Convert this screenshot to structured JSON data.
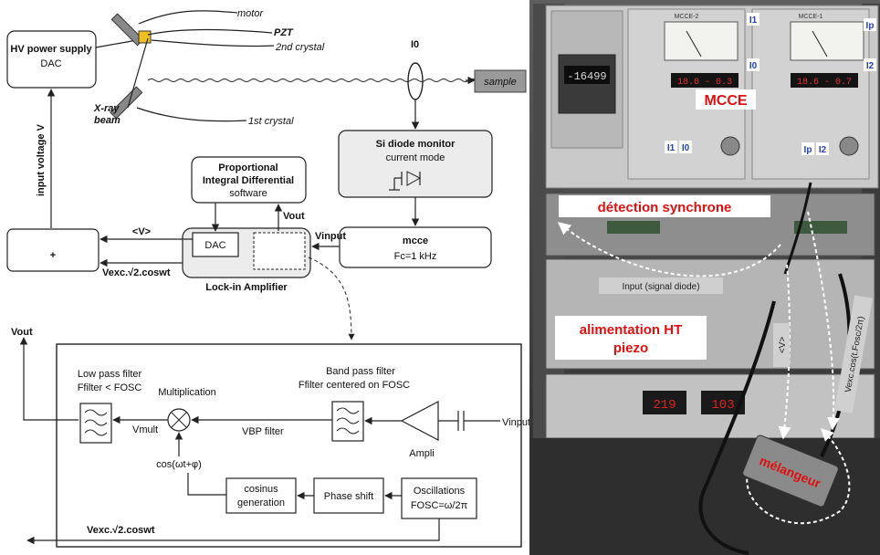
{
  "diagram": {
    "hv_power_supply": "HV power supply",
    "dac_small": "DAC",
    "motor": "motor",
    "pzt": "PZT",
    "second_crystal": "2nd crystal",
    "first_crystal": "1st crystal",
    "xray_beam_1": "X-ray",
    "xray_beam_2": "beam",
    "i0": "I0",
    "sample": "sample",
    "si_diode_title": "Si diode monitor",
    "si_diode_sub": "current mode",
    "pid_line1": "Proportional",
    "pid_line2": "Integral Differential",
    "pid_line3": "software",
    "input_voltage": "input voltage V",
    "plus": "+",
    "v_avg": "<V>",
    "v_out_top": "Vout",
    "v_input_top": "Vinput",
    "lockin_dac": "DAC",
    "lockin_label": "Lock-in Amplifier",
    "mcce": "mcce",
    "mcce_freq": "Fc=1 kHz",
    "vexc_top": "Vexc.√2.coswt",
    "v_out_bottom": "Vout",
    "lowpass_1": "Low pass filter",
    "lowpass_2": "Ffilter < FOSC",
    "multiplication": "Multiplication",
    "bandpass_1": "Band pass filter",
    "bandpass_2": "Ffilter centered on FOSC",
    "v_input_bottom": "Vinput",
    "v_mult": "Vmult",
    "v_bp_filter": "VBP filter",
    "ampli": "Ampli",
    "cos_phase": "cos(ωt+φ)",
    "cosinus_1": "cosinus",
    "cosinus_2": "generation",
    "phase_shift": "Phase shift",
    "oscillations_1": "Oscillations",
    "oscillations_2": "FOSC=ω/2π",
    "vexc_bottom": "Vexc.√2.coswt"
  },
  "photo": {
    "mcce_left": "MCCE-2",
    "mcce_right": "MCCE-1",
    "i1": "I1",
    "i0": "I0",
    "ip": "Ip",
    "i2": "I2",
    "display_value": "-16499",
    "readout_left": "18.0 - 0.3",
    "readout_right": "18.6 - 0.7",
    "mcce_label": "MCCE",
    "detection": "détection synchrone",
    "input_signal": "Input (signal diode)",
    "alim_1": "alimentation HT",
    "alim_2": "piezo",
    "v_label": "<V>",
    "vexc_label": "Vexc.cos(t.Fosc/2π)",
    "melangeur": "mélangeur",
    "seg_1": "219",
    "seg_2": "103"
  }
}
